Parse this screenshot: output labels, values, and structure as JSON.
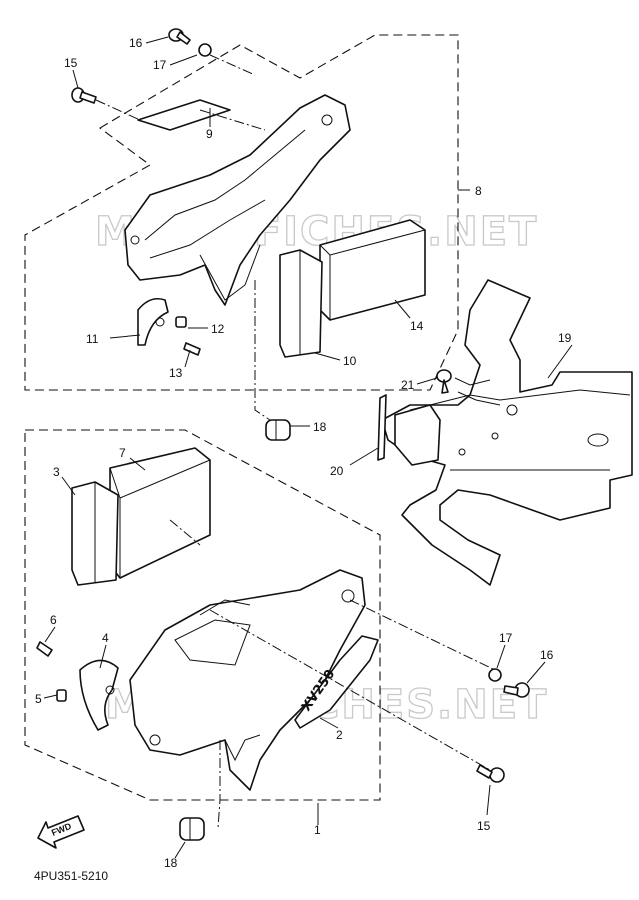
{
  "watermarks": [
    "MICROFICHES.NET",
    "MICROFICHES.NET"
  ],
  "reference_code": "4PU351-5210",
  "fwd_label": "FWD",
  "callouts": {
    "c1": "1",
    "c2": "2",
    "c3": "3",
    "c4": "4",
    "c5": "5",
    "c6": "6",
    "c7": "7",
    "c8": "8",
    "c9": "9",
    "c10": "10",
    "c11": "11",
    "c12": "12",
    "c13": "13",
    "c14": "14",
    "c15a": "15",
    "c15b": "15",
    "c16a": "16",
    "c16b": "16",
    "c17a": "17",
    "c17b": "17",
    "c18a": "18",
    "c18b": "18",
    "c19": "19",
    "c20": "20",
    "c21": "21"
  },
  "badge_text": "XV250"
}
